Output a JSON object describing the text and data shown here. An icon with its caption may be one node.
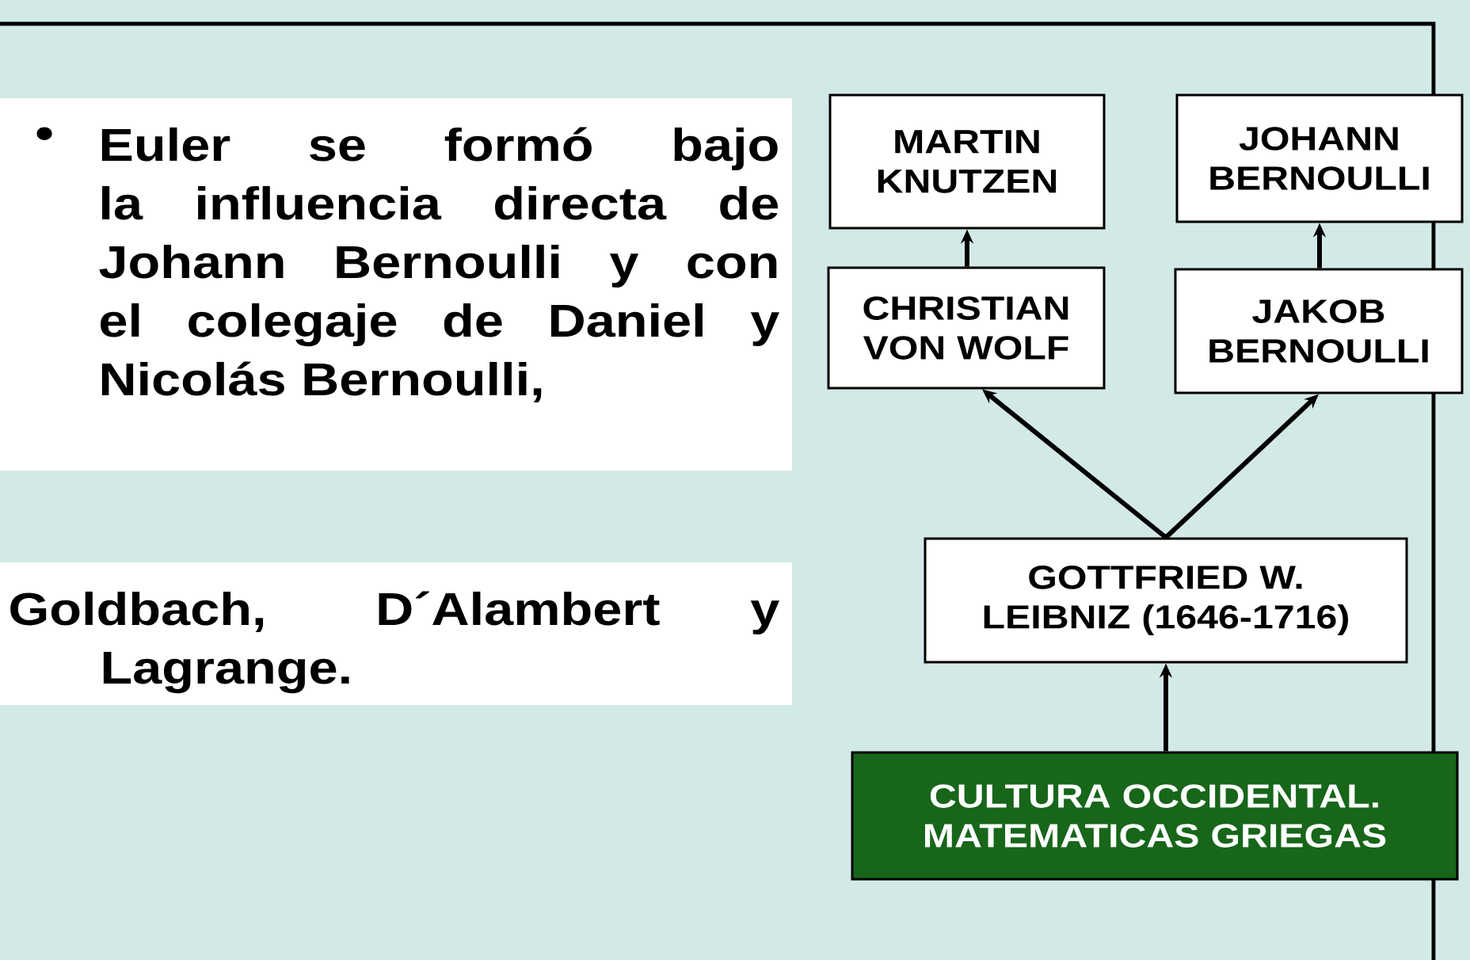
{
  "diagram": {
    "nodes": [
      {
        "text": [
          "MARTIN KNUTZEN"
        ]
      },
      {
        "text": [
          "JOHANN BERNOULLI"
        ]
      },
      {
        "text": [
          "CHRISTIAN VON WOLF"
        ]
      },
      {
        "text": [
          "JAKOB BERNOULLI"
        ]
      },
      {
        "text": [
          "GOTTFRIED W. LEIBNIZ (1646-1716)"
        ]
      },
      {
        "text": [
          "CULTURA OCCIDENTAL. MATEMATICAS GRIEGAS"
        ]
      }
    ],
    "edges": [
      {
        "from": 2,
        "to": 0,
        "arrow": "to"
      },
      {
        "from": 3,
        "to": 1,
        "arrow": "to"
      },
      {
        "from": 4,
        "to": 2,
        "arrow": "to"
      },
      {
        "from": 4,
        "to": 3,
        "arrow": "to"
      },
      {
        "from": 5,
        "to": 4,
        "arrow": "to"
      }
    ],
    "labels": [
      "•",
      "Euler se formó bajo la influencia directa de Johann Bernoulli y con el colegaje de Daniel y Nicolás Bernoulli,",
      "Goldbach, D´Alambert y Lagrange."
    ]
  }
}
